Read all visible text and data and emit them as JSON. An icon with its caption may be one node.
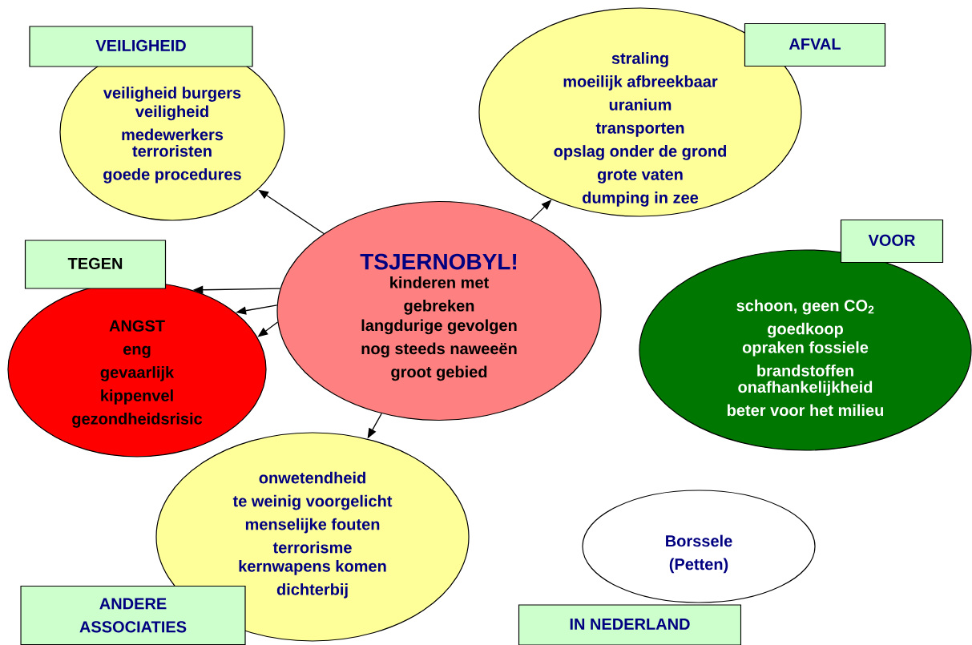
{
  "diagram": {
    "nodes": [
      {
        "text": [
          "VEILIGHEID"
        ]
      },
      {
        "text": [
          "veiligheid burgers",
          "veiligheid medewerkers",
          "terroristen",
          "goede procedures"
        ]
      },
      {
        "text": [
          "straling",
          "moeilijk afbreekbaar",
          "uranium",
          "transporten",
          "opslag onder de grond",
          "grote vaten",
          "dumping in zee"
        ]
      },
      {
        "text": [
          "AFVAL"
        ]
      },
      {
        "text": [
          "TEGEN"
        ]
      },
      {
        "text": [
          "TSJERNOBYL!",
          "kinderen met gebreken",
          "langdurige gevolgen",
          "nog steeds naweeën",
          "groot gebied"
        ]
      },
      {
        "text": [
          "VOOR"
        ]
      },
      {
        "text": [
          "ANGST",
          "eng",
          "gevaarlijk",
          "kippenvel",
          "gezondheidsrisic"
        ]
      },
      {
        "text": [
          "schoon, geen CO$_{2}$",
          "goedkoop",
          "opraken fossiele brandstoffen",
          "onafhankelijkheid",
          "beter voor het milieu"
        ]
      },
      {
        "text": [
          "onwetendheid",
          "te weinig voorgelicht",
          "menselijke fouten",
          "terrorisme",
          "kernwapens komen dichterbij"
        ]
      },
      {
        "text": [
          "Borssele",
          "(Petten)"
        ]
      },
      {
        "text": [
          "ANDERE ASSOCIATIES"
        ]
      },
      {
        "text": [
          "IN NEDERLAND"
        ]
      }
    ],
    "edges": [
      {
        "from": 5,
        "to": 1,
        "arrow": "to"
      },
      {
        "from": 5,
        "to": 2,
        "arrow": "to"
      },
      {
        "from": 5,
        "to": 7,
        "arrow": "to"
      },
      {
        "from": 5,
        "to": 7,
        "arrow": "to"
      },
      {
        "from": 5,
        "to": 7,
        "arrow": "to"
      },
      {
        "from": 5,
        "to": 9,
        "arrow": "to"
      }
    ]
  }
}
